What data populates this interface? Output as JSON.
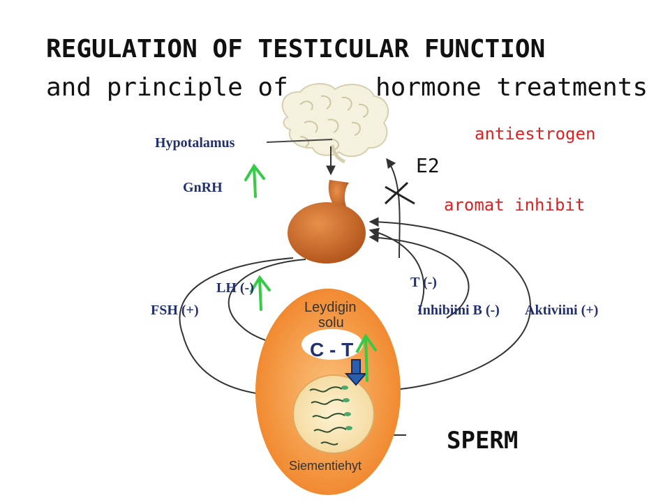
{
  "title": "REGULATION OF TESTICULAR FUNCTION",
  "subtitle_left": "and principle of",
  "subtitle_right": "hormone treatments",
  "labels": {
    "hypothalamus": "Hypotalamus",
    "gnrh": "GnRH",
    "lh": "LH (-)",
    "fsh": "FSH (+)",
    "t": "T (-)",
    "inhibin": "Inhibiini B (-)",
    "activin": "Aktiviini (+)",
    "leydig_line1": "Leydigin",
    "leydig_line2": "solu",
    "ct": "C - T",
    "seminiferous": "Siementiehyt"
  },
  "annotations": {
    "antiestrogen": "antiestrogen",
    "e2": "E2",
    "aromatase": "aromat inhibit",
    "sperm": "SPERM"
  },
  "colors": {
    "gland": "#c8641e",
    "testis_outer": "#f08a2a",
    "testis_inner": "#fbe6b0",
    "red_text": "#e02020",
    "green_arrow": "#33cc44",
    "blue_arrow": "#1f4f9a",
    "label_blue": "#23306e"
  }
}
